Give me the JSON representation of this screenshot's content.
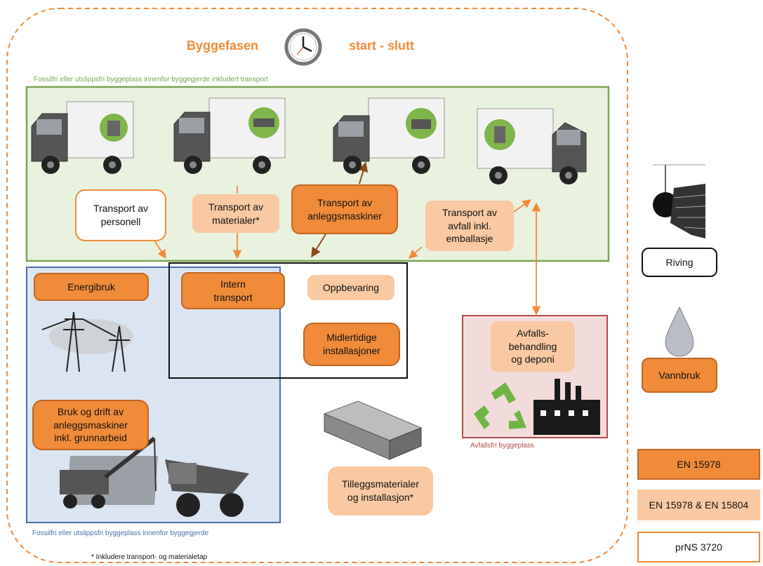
{
  "header": {
    "title_left": "Byggefasen",
    "title_right": "start - slutt",
    "clock_icon": "clock-icon"
  },
  "captions": {
    "green_top": "Fossilfri eller utslippsfri byggeplass innenfor byggegjerde inkludert transport",
    "blue_bottom": "Fossilfri eller utslippsfri byggeplass innenfor byggegjerde",
    "red_bottom": "Avfallsfri byggeplass",
    "footnote": "* Inkludere transport- og materialetap"
  },
  "transport": {
    "personell": "Transport av\npersonell",
    "materialer": "Transport av\nmaterialer*",
    "anleggsmaskiner": "Transport av\nanleggsmaskiner",
    "avfall": "Transport av\navfall inkl.\nemballasje"
  },
  "activities": {
    "energibruk": "Energibruk",
    "intern_transport": "Intern\ntransport",
    "oppbevaring": "Oppbevaring",
    "midlertidige": "Midlertidige\ninstallasjoner",
    "bruk_drift": "Bruk og drift av\nanleggsmaskiner\ninkl. grunnarbeid",
    "avfallsbehandling": "Avfalls-\nbehandling\nog deponi",
    "tilleggsmaterialer": "Tilleggsmaterialer\nog installasjon*",
    "riving": "Riving",
    "vannbruk": "Vannbruk"
  },
  "legend": {
    "dark": "EN 15978",
    "light": "EN 15978 & EN 15804",
    "white": "prNS 3720"
  },
  "colors": {
    "orange_dark": "#f08b3a",
    "orange_light": "#f8c9a2",
    "green_zone": "#e9f1df",
    "green_border": "#7aa352",
    "blue_zone": "#dbe5f1",
    "blue_border": "#4a6fa5",
    "red_zone": "#f2dcdb",
    "red_border": "#b04a4a"
  }
}
